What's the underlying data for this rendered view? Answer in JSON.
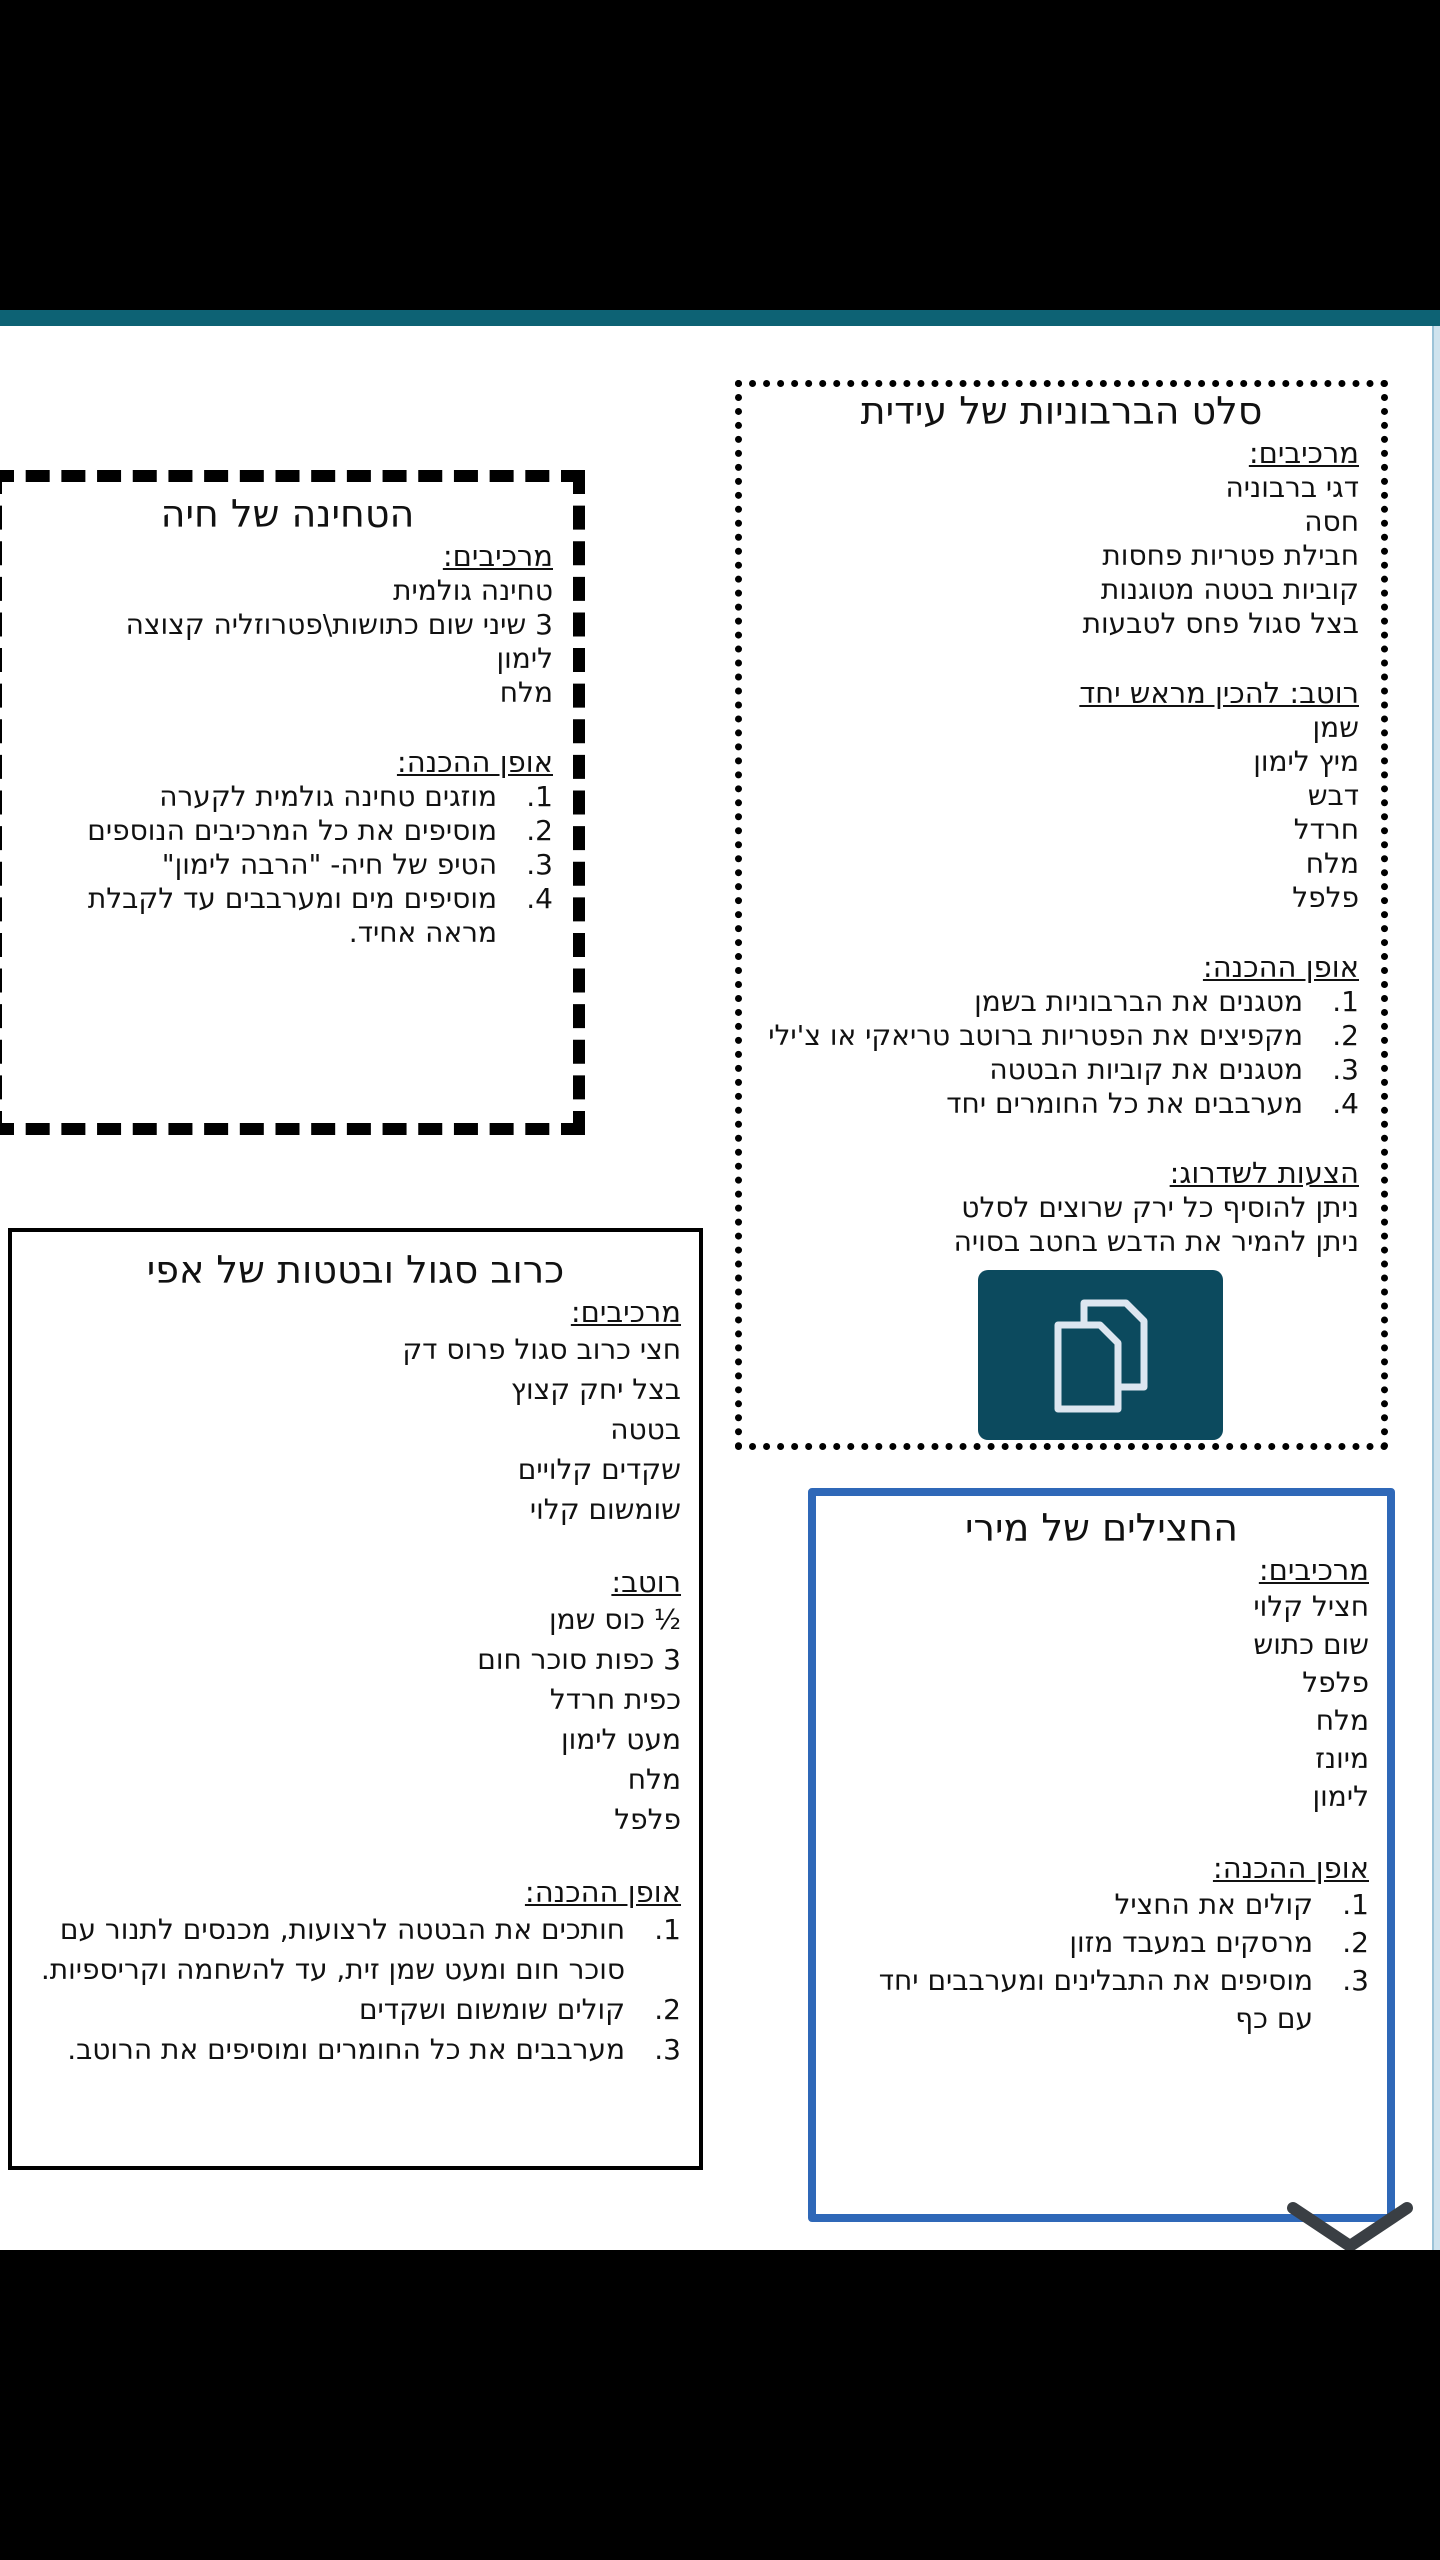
{
  "recipes": {
    "idit": {
      "title": "סלט הברבוניות של עידית",
      "ingredients_label": "מרכיבים:",
      "ingredients": [
        "דגי ברבוניה",
        "חסה",
        "חבילת פטריות פחסות",
        "קוביות בטטה מטוגנות",
        "בצל סגול פחס לטבעות"
      ],
      "sauce_label": "רוטב: להכין מראש יחד",
      "sauce": [
        "שמן",
        "מיץ לימון",
        "דבש",
        "חרדל",
        "מלח",
        "פלפל"
      ],
      "prep_label": "אופן ההכנה:",
      "steps": [
        "מטגנים את הברבוניות בשמן",
        "מקפיצים את הפטריות ברוטב טריאקי או צ'ילי",
        "מטגנים את קוביות הבטטה",
        "מערבבים את כל החומרים יחד"
      ],
      "tips_label": "הצעות לשדרוג:",
      "tips": [
        "ניתן להוסיף כל ירק שרוצים לסלט",
        "ניתן להמיר את הדבש בחטב בסויה"
      ]
    },
    "haya": {
      "title": "הטחינה של חיה",
      "ingredients_label": "מרכיבים:",
      "ingredients": [
        "טחינה גולמית",
        "3 שיני שום כתושות\\פטרוזליה קצוצה",
        "לימון",
        "מלח"
      ],
      "prep_label": "אופן ההכנה:",
      "steps": [
        "מוזגים טחינה גולמית לקערה",
        "מוסיפים את כל המרכיבים הנוספים",
        "הטיפ של חיה- \"הרבה לימון\"",
        "מוסיפים מים ומערבבים עד לקבלת מראה אחיד."
      ]
    },
    "efi": {
      "title": "כרוב סגול ובטטות של אפי",
      "ingredients_label": "מרכיבים:",
      "ingredients": [
        "חצי כרוב סגול פרוס דק",
        "בצל יחק קצוץ",
        "בטטה",
        "שקדים קלויים",
        "שומשום קלוי"
      ],
      "sauce_label": "רוטב:",
      "sauce": [
        "½ כוס שמן",
        "3 כפות סוכר חום",
        "כפית חרדל",
        "מעט לימון",
        "מלח",
        "פלפל"
      ],
      "prep_label": "אופן ההכנה:",
      "steps": [
        "חותכים את הבטטה לרצועות, מכנסים לתנור עם סוכר חום ומעט שמן זית, עד להשחמה וקריספיות.",
        "קולים שומשום ושקדים",
        "מערבבים את כל החומרים ומוסיפים את הרוטב."
      ]
    },
    "miri": {
      "title": "החצילים של מירי",
      "ingredients_label": "מרכיבים:",
      "ingredients": [
        "חציל קלוי",
        "שום כתוש",
        "פלפל",
        "מלח",
        "מיונז",
        "לימון"
      ],
      "prep_label": "אופן ההכנה:",
      "steps": [
        "קולים את החציל",
        "מרסקים במעבד מזון",
        "מוסיפים את התבלינים ומערבבים יחד עם כף"
      ]
    }
  },
  "step_numbers": [
    "1.",
    "2.",
    "3.",
    "4."
  ],
  "icons": {
    "copy": "copy-icon",
    "scroll": "chevron-down-icon"
  },
  "colors": {
    "topbar": "#0d6274",
    "copy_button": "#0c4a5e",
    "miri_border": "#2f68b8"
  }
}
